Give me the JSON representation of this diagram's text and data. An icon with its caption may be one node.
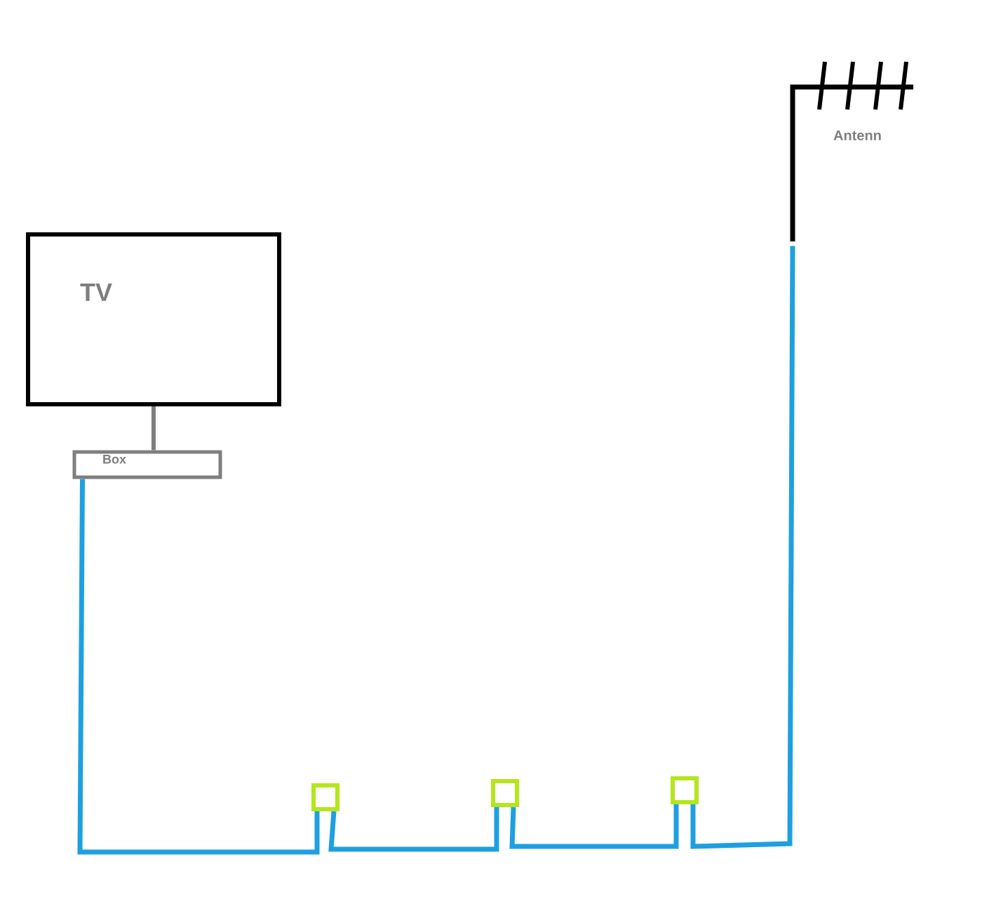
{
  "diagram": {
    "nodes": [
      {
        "text": [
          "TV"
        ]
      },
      {
        "text": [
          "Box"
        ]
      },
      {
        "text": [
          "Antenn"
        ]
      },
      {
        "text": [],
        "shape": "box"
      },
      {
        "text": [],
        "shape": "box"
      },
      {
        "text": [],
        "shape": "box"
      }
    ],
    "edges": [
      {
        "from": 0,
        "to": 1,
        "arrow": "none",
        "color": "#7f7f7f"
      },
      {
        "from": 1,
        "to": 3,
        "arrow": "none"
      },
      {
        "from": 3,
        "to": 4,
        "arrow": "none"
      },
      {
        "from": 4,
        "to": 5,
        "arrow": "none"
      },
      {
        "from": 5,
        "to": 2,
        "arrow": "none"
      }
    ]
  }
}
